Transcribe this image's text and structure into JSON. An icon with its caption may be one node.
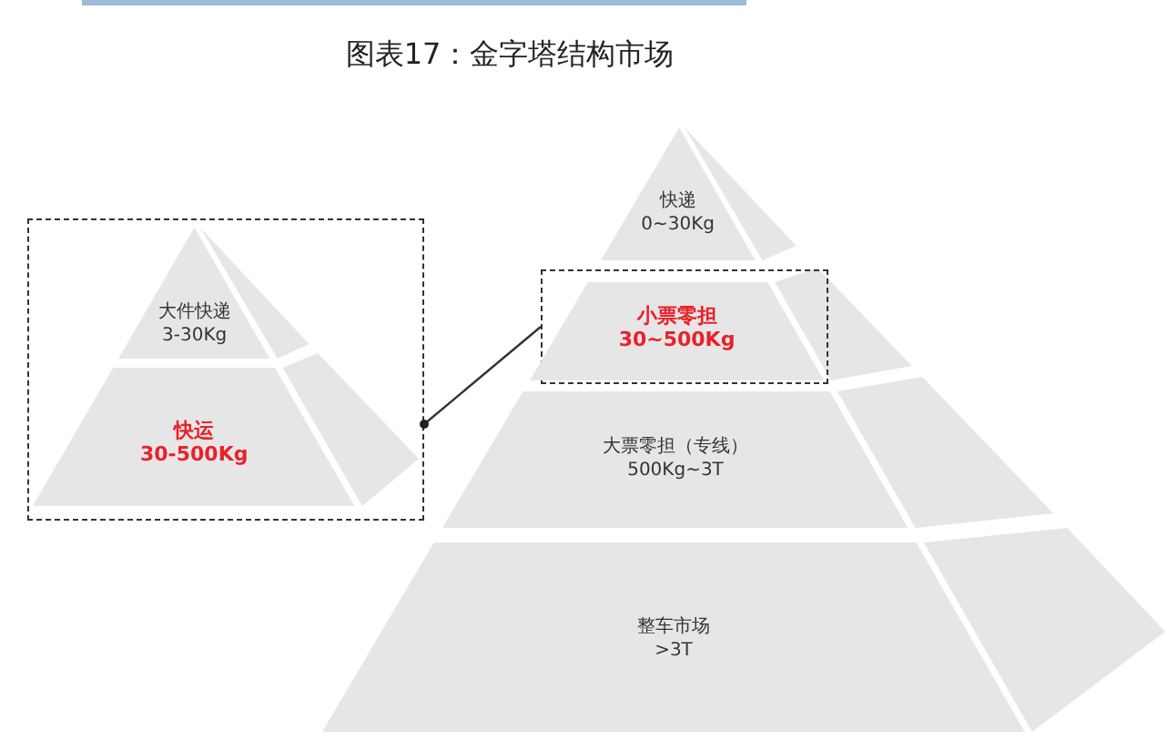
{
  "diagram": {
    "title": "图表17：金字塔结构市场",
    "nodes": [
      {
        "text": [],
        "shape": "box"
      },
      {
        "text": [
          "大件快递",
          "3-30Kg"
        ],
        "in": 0
      },
      {
        "text": [
          "快运",
          "30-500Kg"
        ],
        "in": 0
      },
      {
        "text": [
          "快递",
          "0~30Kg"
        ]
      },
      {
        "text": [],
        "shape": "box"
      },
      {
        "text": [
          "小票零担",
          "30~500Kg"
        ],
        "in": 4
      },
      {
        "text": [
          "大票零担（专线）",
          "500Kg~3T"
        ]
      },
      {
        "text": [
          "整车市场",
          ">3T"
        ]
      }
    ],
    "edges": [
      {
        "from": 4,
        "to": 0,
        "arrow": "other"
      }
    ]
  }
}
